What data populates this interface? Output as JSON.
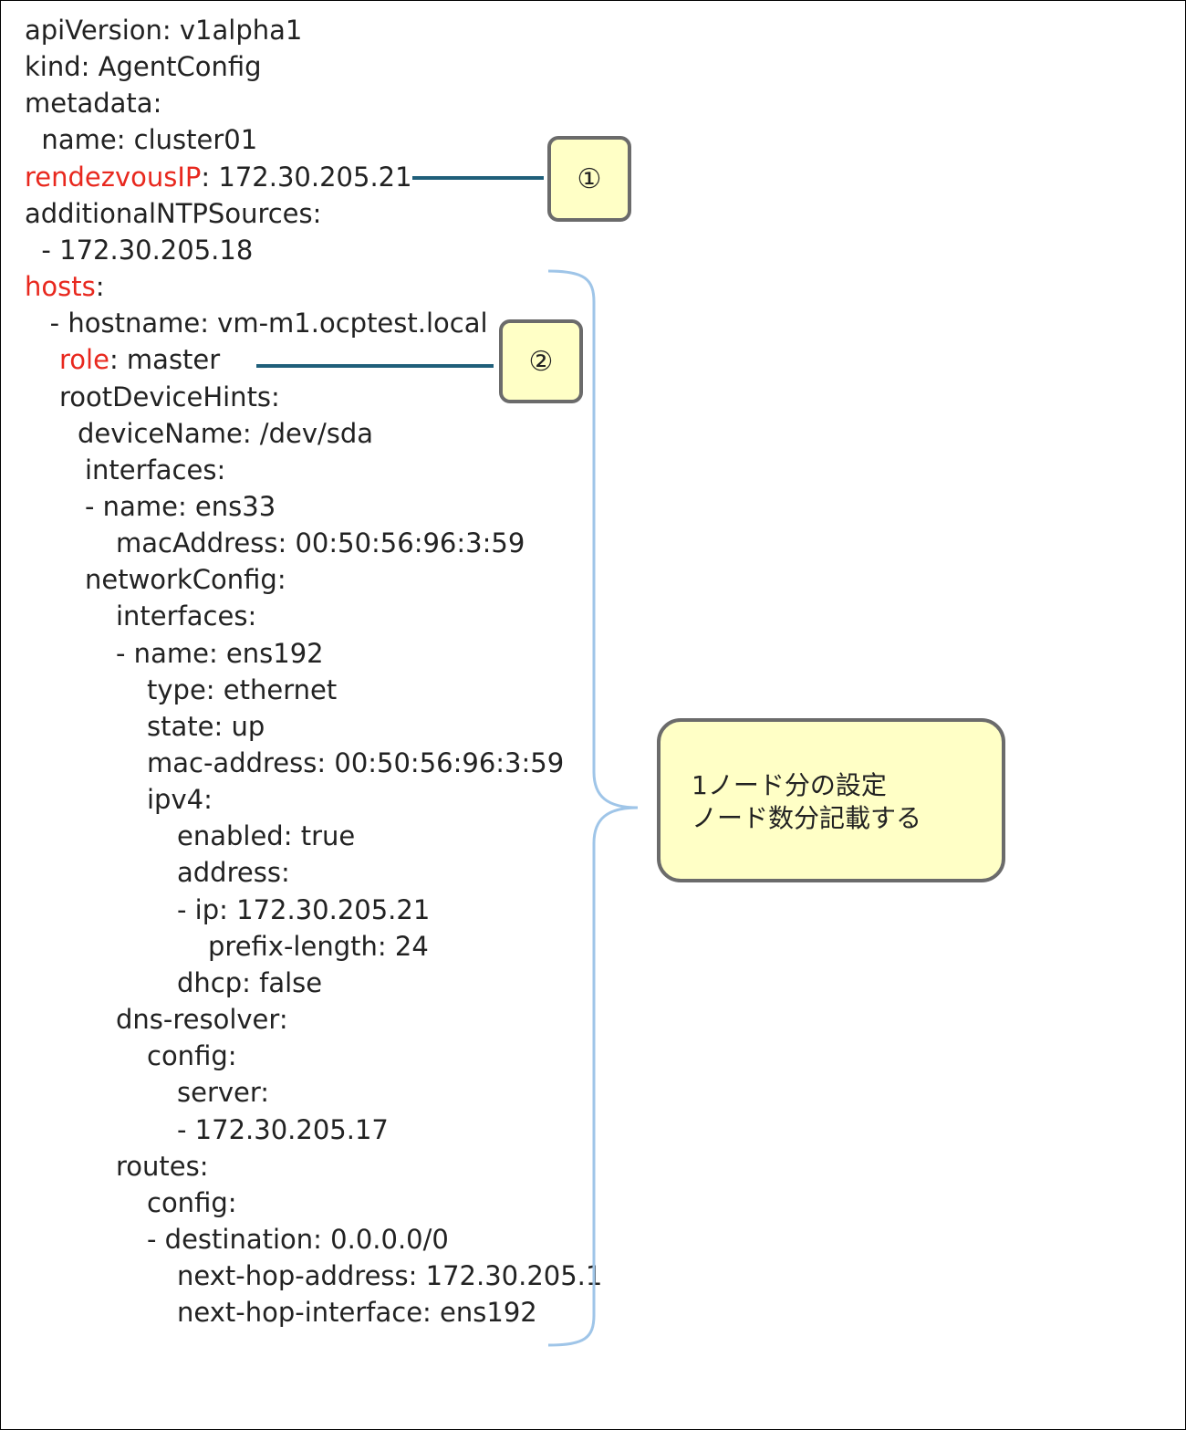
{
  "yaml": {
    "lines": [
      {
        "key": "apiVersion",
        "rest": ": v1alpha1"
      },
      {
        "key": "kind",
        "rest": ": AgentConfig"
      },
      {
        "key": "metadata",
        "rest": ":"
      },
      {
        "key": "  name",
        "rest": ": cluster01"
      },
      {
        "key": "rendezvousIP",
        "rest": ": 172.30.205.21",
        "highlight": true
      },
      {
        "key": "additionalNTPSources",
        "rest": ":"
      },
      {
        "key": "  - 172.30.205.18",
        "rest": ""
      },
      {
        "key": "hosts",
        "rest": ":",
        "highlight": true
      },
      {
        "key": "   - hostname",
        "rest": ": vm-m1.ocptest.local"
      },
      {
        "key": "role",
        "rest": ": master",
        "highlight": true
      },
      {
        "key": "rootDeviceHints",
        "rest": ":"
      },
      {
        "key": "deviceName",
        "rest": ": /dev/sda"
      },
      {
        "key": "interfaces",
        "rest": ":"
      },
      {
        "key": "- name",
        "rest": ": ens33"
      },
      {
        "key": "macAddress",
        "rest": ": 00:50:56:96:3:59"
      },
      {
        "key": "networkConfig",
        "rest": ":"
      },
      {
        "key": "interfaces",
        "rest": ":"
      },
      {
        "key": "- name",
        "rest": ": ens192"
      },
      {
        "key": "type",
        "rest": ": ethernet"
      },
      {
        "key": "state",
        "rest": ": up"
      },
      {
        "key": "mac-address",
        "rest": ": 00:50:56:96:3:59"
      },
      {
        "key": "ipv4",
        "rest": ":"
      },
      {
        "key": "enabled",
        "rest": ": true"
      },
      {
        "key": "address",
        "rest": ":"
      },
      {
        "key": "- ip",
        "rest": ": 172.30.205.21"
      },
      {
        "key": "prefix-length",
        "rest": ": 24"
      },
      {
        "key": "dhcp",
        "rest": ": false"
      },
      {
        "key": "dns-resolver",
        "rest": ":"
      },
      {
        "key": "config",
        "rest": ":"
      },
      {
        "key": "server",
        "rest": ":"
      },
      {
        "key": "- 172.30.205.17",
        "rest": ""
      },
      {
        "key": "routes",
        "rest": ":"
      },
      {
        "key": "config",
        "rest": ":"
      },
      {
        "key": "- destination",
        "rest": ": 0.0.0.0/0"
      },
      {
        "key": "next-hop-address",
        "rest": ": 172.30.205.1"
      },
      {
        "key": "next-hop-interface",
        "rest": ": ens192"
      }
    ]
  },
  "callouts": {
    "one": "①",
    "two": "②"
  },
  "note": {
    "line1": "1ノード分の設定",
    "line2": "ノード数分記載する"
  },
  "colors": {
    "highlight_key": "#e8281e",
    "connector": "#1f5f7a",
    "brace": "#9fc5e8",
    "callout_fill": "#ffffc6",
    "callout_border": "#6b6b6b"
  }
}
